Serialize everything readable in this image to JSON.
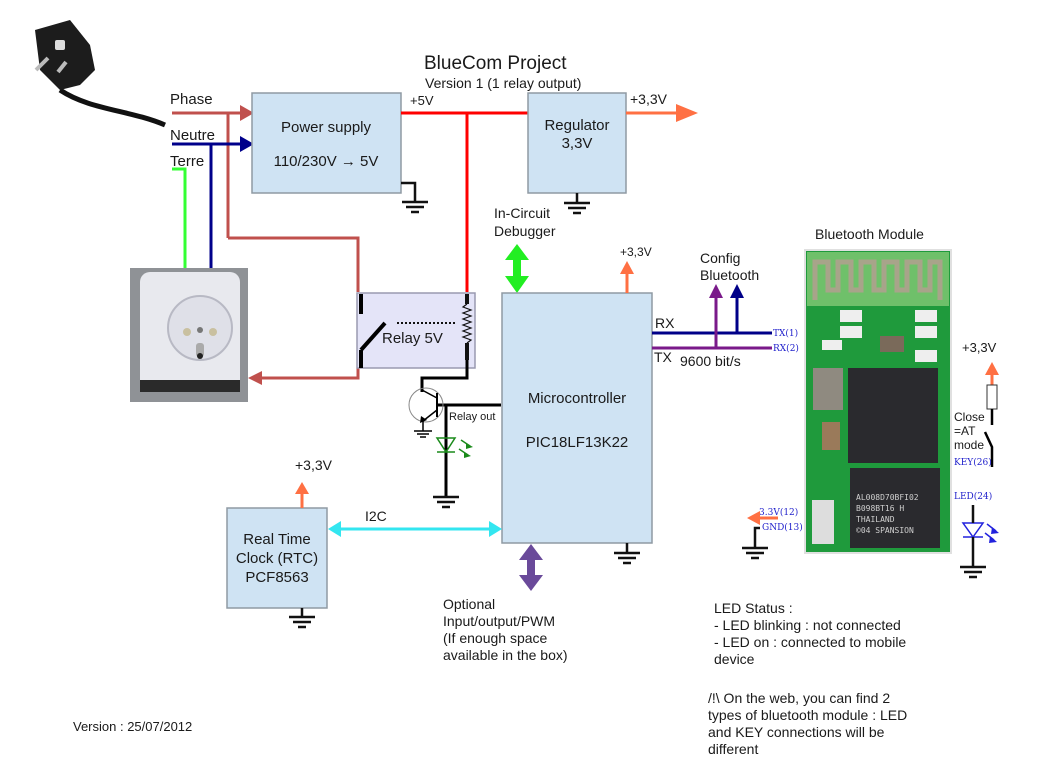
{
  "title": "BlueCom Project",
  "subtitle": "Version 1 (1 relay output)",
  "version_date": "Version : 25/07/2012",
  "mains": {
    "phase": "Phase",
    "neutre": "Neutre",
    "terre": "Terre"
  },
  "power_supply": {
    "name": "Power supply",
    "spec": "110/230V → 5V",
    "output": "+5V"
  },
  "regulator": {
    "name": "Regulator",
    "spec": "3,3V",
    "output": "+3,3V"
  },
  "debugger": {
    "line1": "In-Circuit",
    "line2": "Debugger"
  },
  "relay": {
    "name": "Relay 5V",
    "out_label": "Relay out"
  },
  "microcontroller": {
    "name": "Microcontroller",
    "part": "PIC18LF13K22",
    "vcc": "+3,3V",
    "rx": "RX",
    "tx": "TX",
    "baud": "9600 bit/s"
  },
  "config_bluetooth": {
    "line1": "Config",
    "line2": "Bluetooth"
  },
  "bluetooth": {
    "title": "Bluetooth Module",
    "pins": {
      "tx": "TX(1)",
      "rx": "RX(2)",
      "v33": "3.3V(12)",
      "gnd": "GND(13)",
      "key": "KEY(26)",
      "led": "LED(24)"
    },
    "chip_text": [
      "AL008D70BFI02",
      "B098BT16 H",
      "THAILAND",
      "©04 SPANSION"
    ],
    "vcc": "+3,3V",
    "switch_label": [
      "Close",
      "=AT",
      "mode"
    ]
  },
  "rtc": {
    "line1": "Real Time",
    "line2": "Clock (RTC)",
    "line3": "PCF8563",
    "vcc": "+3,3V",
    "bus": "I2C"
  },
  "optional": [
    "Optional",
    "Input/output/PWM",
    "(If enough space",
    "available in the box)"
  ],
  "led_status": [
    "LED Status :",
    "- LED blinking : not connected",
    "- LED on : connected to mobile",
    "device"
  ],
  "warning": [
    "/!\\ On the web, you can find 2",
    "types of bluetooth module : LED",
    "and KEY connections will be",
    "different"
  ],
  "colors": {
    "box_fill": "#cfe3f3",
    "box_stroke": "#8f9aa3",
    "relay_fill": "#e4e4f8",
    "phase": "#c0504d",
    "neutre": "#00008b",
    "terre": "#33ff33",
    "v5": "#ff0000",
    "v33": "#ff7043",
    "i2c": "#33e6f0",
    "debug": "#22ee22",
    "uart_rx": "#000088",
    "uart_tx": "#7a1a8a",
    "optional": "#6a4a9a",
    "led_green": "#1a8a1a",
    "led_blue": "#2222dd"
  }
}
